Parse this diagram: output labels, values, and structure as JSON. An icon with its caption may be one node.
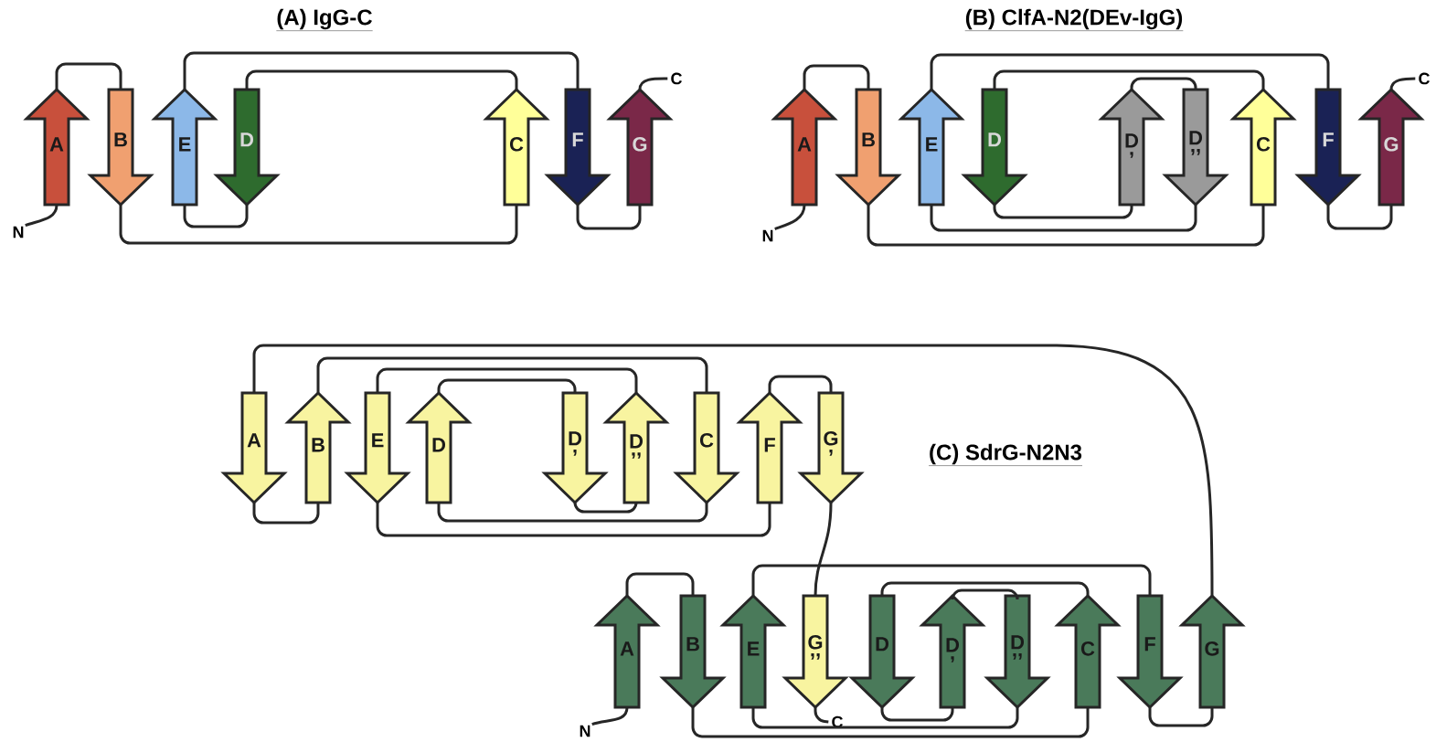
{
  "diagram": {
    "nodes": [
      {
        "text": [
          "A"
        ]
      },
      {
        "text": [
          "B"
        ]
      },
      {
        "text": [
          "E"
        ]
      },
      {
        "text": [
          "D"
        ]
      },
      {
        "text": [
          "C"
        ]
      },
      {
        "text": [
          "F"
        ]
      },
      {
        "text": [
          "G"
        ]
      },
      {
        "text": [
          "N"
        ]
      },
      {
        "text": [
          "C"
        ]
      },
      {
        "text": [
          "A"
        ]
      },
      {
        "text": [
          "B"
        ]
      },
      {
        "text": [
          "E"
        ]
      },
      {
        "text": [
          "D"
        ]
      },
      {
        "text": [
          "D",
          ","
        ]
      },
      {
        "text": [
          "D",
          ",,"
        ]
      },
      {
        "text": [
          "C"
        ]
      },
      {
        "text": [
          "F"
        ]
      },
      {
        "text": [
          "G"
        ]
      },
      {
        "text": [
          "N"
        ]
      },
      {
        "text": [
          "C"
        ]
      },
      {
        "text": [
          "A"
        ]
      },
      {
        "text": [
          "B"
        ]
      },
      {
        "text": [
          "E"
        ]
      },
      {
        "text": [
          "D"
        ]
      },
      {
        "text": [
          "D",
          ","
        ]
      },
      {
        "text": [
          "D",
          ",,"
        ]
      },
      {
        "text": [
          "C"
        ]
      },
      {
        "text": [
          "F"
        ]
      },
      {
        "text": [
          "G",
          ","
        ]
      },
      {
        "text": [
          "A"
        ]
      },
      {
        "text": [
          "B"
        ]
      },
      {
        "text": [
          "E"
        ]
      },
      {
        "text": [
          "G",
          ",,"
        ]
      },
      {
        "text": [
          "D"
        ]
      },
      {
        "text": [
          "D",
          ","
        ]
      },
      {
        "text": [
          "D",
          ",,"
        ]
      },
      {
        "text": [
          "C"
        ]
      },
      {
        "text": [
          "F"
        ]
      },
      {
        "text": [
          "G"
        ]
      },
      {
        "text": [
          "N"
        ]
      },
      {
        "text": [
          "C"
        ]
      }
    ],
    "edges": [
      {
        "from": 7,
        "to": 0,
        "arrow": "none"
      },
      {
        "from": 0,
        "to": 1,
        "arrow": "none"
      },
      {
        "from": 1,
        "to": 4,
        "arrow": "none"
      },
      {
        "from": 4,
        "to": 3,
        "arrow": "none"
      },
      {
        "from": 3,
        "to": 2,
        "arrow": "none"
      },
      {
        "from": 2,
        "to": 5,
        "arrow": "none"
      },
      {
        "from": 5,
        "to": 6,
        "arrow": "none"
      },
      {
        "from": 6,
        "to": 8,
        "arrow": "none"
      },
      {
        "from": 18,
        "to": 9,
        "arrow": "none"
      },
      {
        "from": 9,
        "to": 10,
        "arrow": "none"
      },
      {
        "from": 10,
        "to": 15,
        "arrow": "none"
      },
      {
        "from": 15,
        "to": 12,
        "arrow": "none"
      },
      {
        "from": 12,
        "to": 13,
        "arrow": "none"
      },
      {
        "from": 13,
        "to": 14,
        "arrow": "none"
      },
      {
        "from": 14,
        "to": 11,
        "arrow": "none"
      },
      {
        "from": 11,
        "to": 16,
        "arrow": "none"
      },
      {
        "from": 16,
        "to": 17,
        "arrow": "none"
      },
      {
        "from": 17,
        "to": 19,
        "arrow": "none"
      },
      {
        "from": 39,
        "to": 29,
        "arrow": "none"
      },
      {
        "from": 29,
        "to": 30,
        "arrow": "none"
      },
      {
        "from": 30,
        "to": 36,
        "arrow": "none"
      },
      {
        "from": 36,
        "to": 33,
        "arrow": "none"
      },
      {
        "from": 33,
        "to": 34,
        "arrow": "none"
      },
      {
        "from": 34,
        "to": 35,
        "arrow": "none"
      },
      {
        "from": 35,
        "to": 31,
        "arrow": "none"
      },
      {
        "from": 31,
        "to": 37,
        "arrow": "none"
      },
      {
        "from": 37,
        "to": 38,
        "arrow": "none"
      },
      {
        "from": 38,
        "to": 20,
        "arrow": "none"
      },
      {
        "from": 20,
        "to": 21,
        "arrow": "none"
      },
      {
        "from": 21,
        "to": 26,
        "arrow": "none"
      },
      {
        "from": 26,
        "to": 23,
        "arrow": "none"
      },
      {
        "from": 23,
        "to": 24,
        "arrow": "none"
      },
      {
        "from": 24,
        "to": 25,
        "arrow": "none"
      },
      {
        "from": 25,
        "to": 22,
        "arrow": "none"
      },
      {
        "from": 22,
        "to": 27,
        "arrow": "none"
      },
      {
        "from": 27,
        "to": 28,
        "arrow": "none"
      },
      {
        "from": 28,
        "to": 32,
        "arrow": "none"
      },
      {
        "from": 32,
        "to": 40,
        "arrow": "none"
      }
    ],
    "labels": [
      "(A) IgG-C",
      "(B) ClfA-N2(DEv-IgG)",
      "(C) SdrG-N2N3"
    ]
  }
}
